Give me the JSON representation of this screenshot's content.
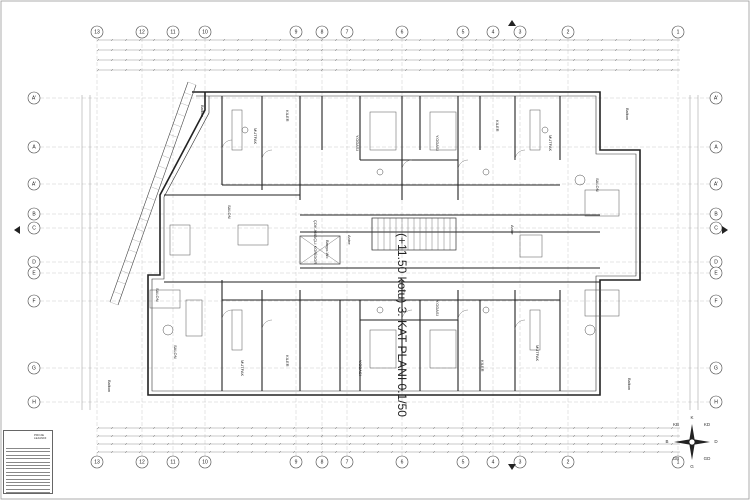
{
  "plan": {
    "title_line1": "(+11.50 kotu) 3. KAT PLANI 0.1/50",
    "axis_letters": [
      "A'",
      "A",
      "A'",
      "B",
      "C",
      "D",
      "E",
      "F",
      "G",
      "H"
    ],
    "axis_numbers_top": [
      "13",
      "12",
      "11",
      "10",
      "9",
      "8",
      "7",
      "6",
      "5",
      "4",
      "3",
      "2",
      "1"
    ],
    "axis_numbers_bottom": [
      "13",
      "12",
      "11",
      "10",
      "9",
      "8",
      "7",
      "6",
      "5",
      "4",
      "3",
      "2",
      "1"
    ],
    "rooms": [
      "Balkon",
      "MUTFAK",
      "KILER",
      "Y.ODASI",
      "Y.ODASI",
      "KILER",
      "MUTFAK",
      "Balkon",
      "SALON",
      "SALON",
      "Banyo-Wc",
      "Antre",
      "Antre",
      "ÇOK AMAÇLI KORİDOR",
      "SALON",
      "SALON",
      "Y.ODASI",
      "MUTFAK",
      "KILER",
      "Y.ODASI",
      "KILER",
      "MUTFAK",
      "Balkon",
      "Balkon"
    ]
  },
  "legend": {
    "header": "PROJE LEJANDI"
  },
  "compass": {
    "labels": [
      "K",
      "KD",
      "D",
      "GD",
      "G",
      "GB",
      "B",
      "KB"
    ]
  }
}
